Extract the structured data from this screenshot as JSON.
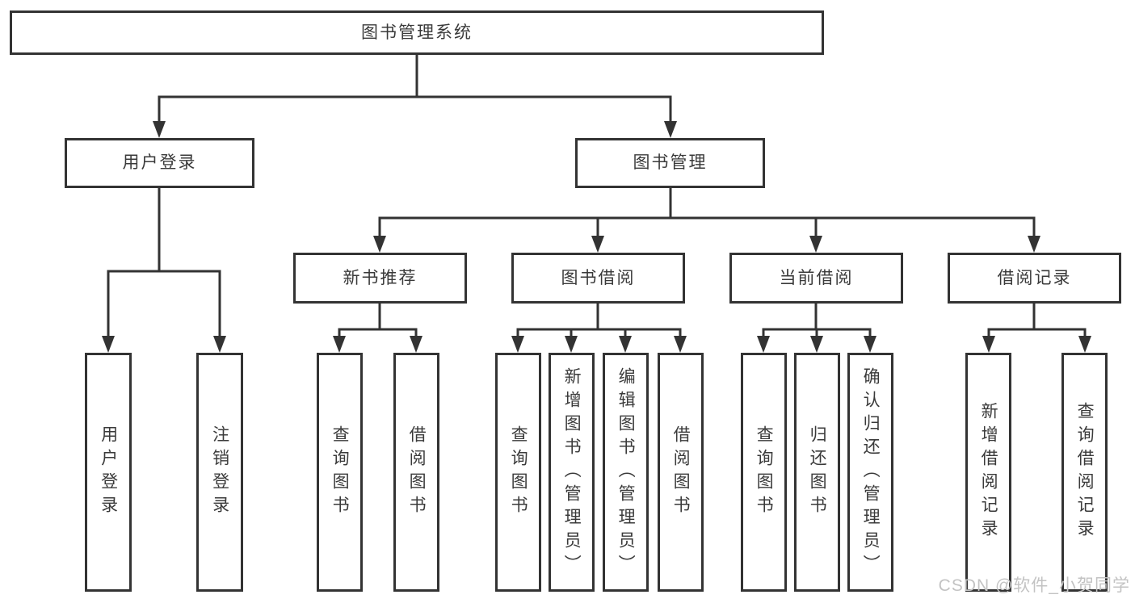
{
  "diagram": {
    "root": {
      "label": "图书管理系统"
    },
    "branches": [
      {
        "label": "用户登录",
        "children": [
          {
            "label": "用户登录"
          },
          {
            "label": "注销登录"
          }
        ]
      },
      {
        "label": "图书管理",
        "groups": [
          {
            "label": "新书推荐",
            "children": [
              {
                "label": "查询图书"
              },
              {
                "label": "借阅图书"
              }
            ]
          },
          {
            "label": "图书借阅",
            "children": [
              {
                "label": "查询图书"
              },
              {
                "label": "新增图书（管理员）"
              },
              {
                "label": "编辑图书（管理员）"
              },
              {
                "label": "借阅图书"
              }
            ]
          },
          {
            "label": "当前借阅",
            "children": [
              {
                "label": "查询图书"
              },
              {
                "label": "归还图书"
              },
              {
                "label": "确认归还（管理员）"
              }
            ]
          },
          {
            "label": "借阅记录",
            "children": [
              {
                "label": "新增借阅记录"
              },
              {
                "label": "查询借阅记录"
              }
            ]
          }
        ]
      }
    ]
  },
  "watermark": {
    "text": "CSDN @软件_小贺同学"
  },
  "colors": {
    "line": "#333333",
    "text": "#3a3a3a",
    "watermark": "#c3c3c3",
    "background": "#ffffff"
  }
}
